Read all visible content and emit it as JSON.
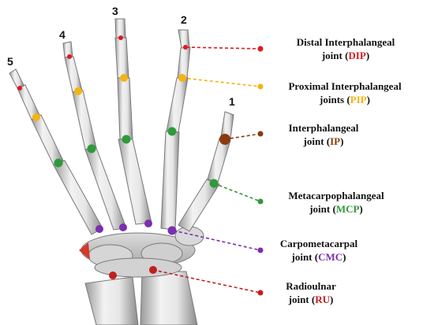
{
  "finger_numbers": [
    "1",
    "2",
    "3",
    "4",
    "5"
  ],
  "labels": [
    {
      "line1": "Distal Interphalangeal",
      "line2_prefix": "joint (",
      "abbr": "DIP",
      "line2_suffix": ")",
      "color": "#e0191f"
    },
    {
      "line1": "Proximal Interphalangeal",
      "line2_prefix": "joints (",
      "abbr": "PIP",
      "line2_suffix": ")",
      "color": "#f4b410"
    },
    {
      "line1": "Interphalangeal",
      "line2_prefix": "joint (",
      "abbr": "IP",
      "line2_suffix": ")",
      "color": "#8b3a0e"
    },
    {
      "line1": "Metacarpophalangeal",
      "line2_prefix": "joint (",
      "abbr": "MCP",
      "line2_suffix": ")",
      "color": "#2f9a3a"
    },
    {
      "line1": "Carpometacarpal",
      "line2_prefix": "joint (",
      "abbr": "CMC",
      "line2_suffix": ")",
      "color": "#7a2fb0"
    },
    {
      "line1": "Radioulnar",
      "line2_prefix": "joint (",
      "abbr": "RU",
      "line2_suffix": ")",
      "color": "#c21f1f"
    }
  ]
}
